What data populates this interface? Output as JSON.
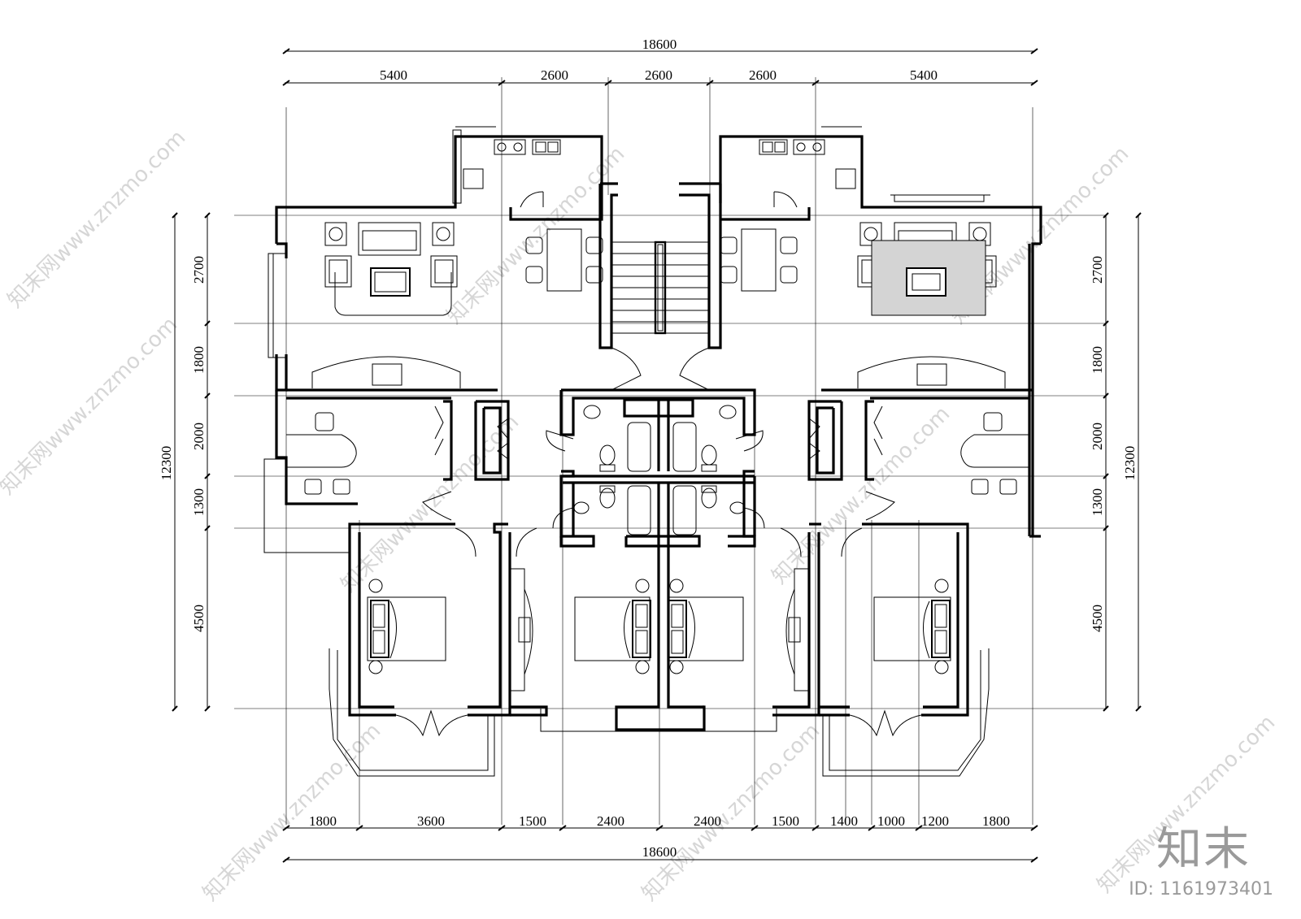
{
  "dims": {
    "top_total": "18600",
    "top_segments": [
      "5400",
      "2600",
      "2600",
      "2600",
      "5400"
    ],
    "bottom_total": "18600",
    "bottom_segments": [
      "1800",
      "3600",
      "1500",
      "2400",
      "2400",
      "1500",
      "1400",
      "1000",
      "1200",
      "1800"
    ],
    "left_total": "12300",
    "left_segments": [
      "2700",
      "1800",
      "2000",
      "1300",
      "4500"
    ],
    "right_total": "12300",
    "right_segments": [
      "2700",
      "1800",
      "2000",
      "1300",
      "4500"
    ]
  },
  "watermark": {
    "text": "知末网www.znzmo.com",
    "brand": "知末",
    "id_label": "ID: 1161973401"
  }
}
